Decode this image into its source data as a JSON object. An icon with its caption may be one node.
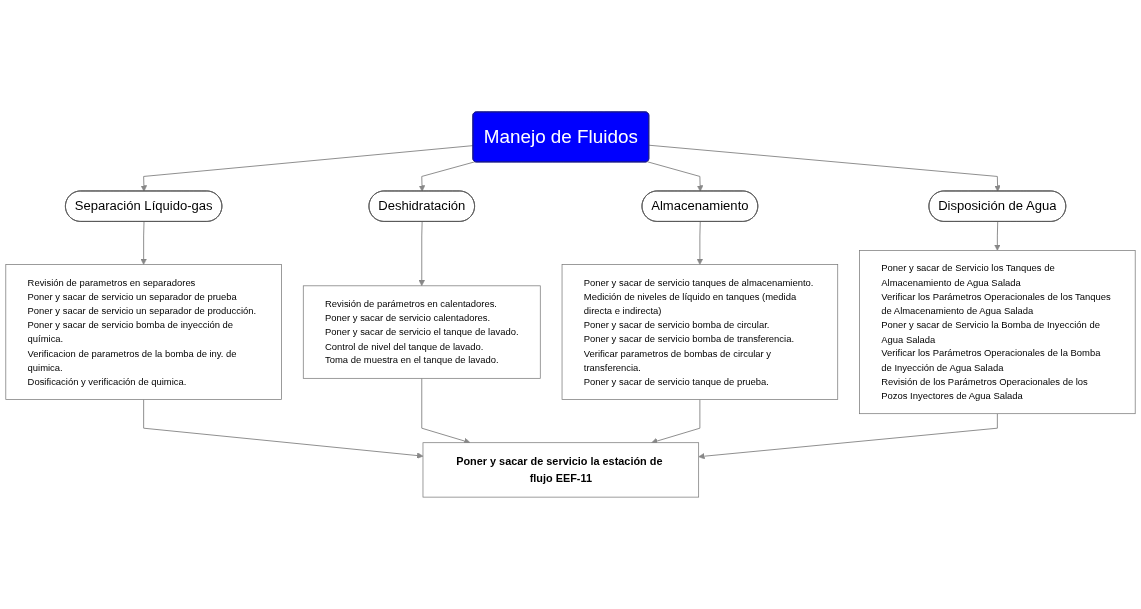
{
  "diagram": {
    "nodes": [
      {
        "text": [
          "Manejo de Fluidos"
        ]
      },
      {
        "text": [
          "Separación Líquido-gas"
        ]
      },
      {
        "text": [
          "Deshidratación"
        ]
      },
      {
        "text": [
          "Almacenamiento"
        ]
      },
      {
        "text": [
          "Disposición de Agua"
        ]
      },
      {
        "text": [
          "Revisión de parametros en separadores",
          "Poner y sacar de servicio un separador de prueba",
          "Poner y sacar de servicio un separador de producción.",
          "Poner y sacar de servicio bomba de inyección de química.",
          "Verificacion de parametros de la bomba de iny. de quimica.",
          "Dosificación y verificación de quimica."
        ]
      },
      {
        "text": [
          "Poner y sacar de servicio tanques de almacenamiento.",
          "Medición de niveles de líquido en tanques (medida directa e indirecta)",
          "Poner y sacar de servicio bomba de circular.",
          "Poner y sacar de servicio bomba de transferencia.",
          "Verificar parametros de bombas de circular y transferencia.",
          "Poner y sacar de servicio tanque de prueba."
        ]
      },
      {
        "text": [
          "Poner y sacar de Servicio los Tanques de Almacenamiento de Agua Salada",
          "Verificar los Parámetros Operacionales de los Tanques de Almacenamiento de Agua Salada",
          "Poner y sacar de Servicio la Bomba de Inyección de Agua Salada",
          "Verificar los Parámetros Operacionales de la Bomba de Inyección de Agua Salada",
          "Revisión de los Parámetros Operacionales de los Pozos Inyectores de Agua Salada"
        ]
      },
      {
        "text": [
          "Revisión de parámetros en calentadores.",
          "Poner y sacar de servicio calentadores.",
          "Poner y sacar de servicio el tanque de lavado.",
          "Control de nivel del tanque de lavado.",
          "Toma de muestra en el tanque de lavado."
        ]
      },
      {
        "text": [
          "Poner y sacar de servicio la estación de flujo EEF-11"
        ]
      }
    ],
    "edges": [
      {
        "from": 0,
        "to": 1,
        "arrow": "to"
      },
      {
        "from": 0,
        "to": 2,
        "arrow": "to"
      },
      {
        "from": 0,
        "to": 3,
        "arrow": "to"
      },
      {
        "from": 0,
        "to": 4,
        "arrow": "to"
      },
      {
        "from": 1,
        "to": 5,
        "arrow": "to"
      },
      {
        "from": 2,
        "to": 8,
        "arrow": "to"
      },
      {
        "from": 3,
        "to": 6,
        "arrow": "to"
      },
      {
        "from": 4,
        "to": 7,
        "arrow": "to"
      },
      {
        "from": 5,
        "to": 9,
        "arrow": "to"
      },
      {
        "from": 8,
        "to": 9,
        "arrow": "to"
      },
      {
        "from": 6,
        "to": 9,
        "arrow": "to"
      },
      {
        "from": 7,
        "to": 9,
        "arrow": "to"
      }
    ]
  }
}
